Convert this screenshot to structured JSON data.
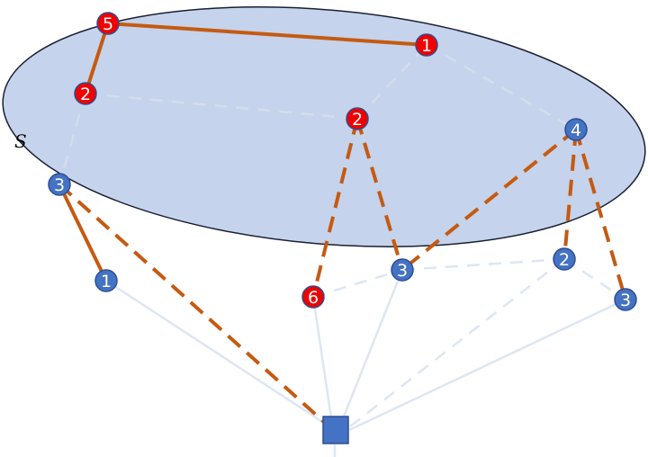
{
  "diagram": {
    "set_label": "S",
    "colors": {
      "set_fill": "#c5d3ec",
      "set_stroke": "#1a1f33",
      "red_node": "#f00000",
      "blue_node": "#4472c4",
      "node_stroke": "#2f4f8f",
      "orange_edge": "#c55a11",
      "faint_edge": "#dde6f3",
      "faint_dashed_edge": "#d5ddea"
    },
    "nodes": [
      {
        "id": "n5",
        "label": "5",
        "color": "red"
      },
      {
        "id": "n1t",
        "label": "1",
        "color": "red"
      },
      {
        "id": "n2l",
        "label": "2",
        "color": "red"
      },
      {
        "id": "n2m",
        "label": "2",
        "color": "red"
      },
      {
        "id": "n4",
        "label": "4",
        "color": "blue"
      },
      {
        "id": "n3l",
        "label": "3",
        "color": "blue"
      },
      {
        "id": "n1b",
        "label": "1",
        "color": "blue"
      },
      {
        "id": "n6",
        "label": "6",
        "color": "red"
      },
      {
        "id": "n3m",
        "label": "3",
        "color": "blue"
      },
      {
        "id": "n2r",
        "label": "2",
        "color": "blue"
      },
      {
        "id": "n3r",
        "label": "3",
        "color": "blue"
      }
    ],
    "root": {
      "id": "root",
      "shape": "square"
    }
  }
}
